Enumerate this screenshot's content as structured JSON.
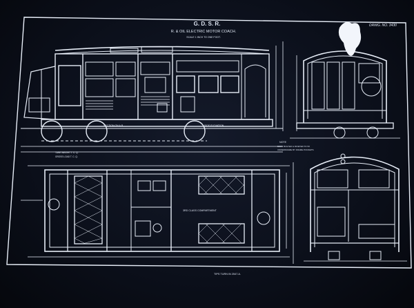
{
  "drawing": {
    "company": "G.  D.  S.  R.",
    "title": "R.  &  OIL  ELECTRIC  MOTOR  COACH.",
    "scale_note": "SCALE 1 INCH TO ONE FOOT.",
    "drawing_no": "DRWG. NO. 3430",
    "section_ab": "SECTION ON A.B.",
    "side_elevation": "SIDE ELEVATION",
    "compartment": "3RD CLASS COMPARTMENT",
    "bottom_note": "TIPS  TURN  IN  2547.A.",
    "left_notes": [
      "TARE WEIGHT  T. C. Q.",
      "GROSS LOAD  T. C. Q."
    ],
    "right_notes": [
      "NOTE",
      "BODY BOLTED & RIVETED TO  5X",
      "UNDERFRAME BY FRAME POCKETS"
    ]
  },
  "colors": {
    "line": "#e8eef8",
    "background": "#0b0f1a"
  }
}
